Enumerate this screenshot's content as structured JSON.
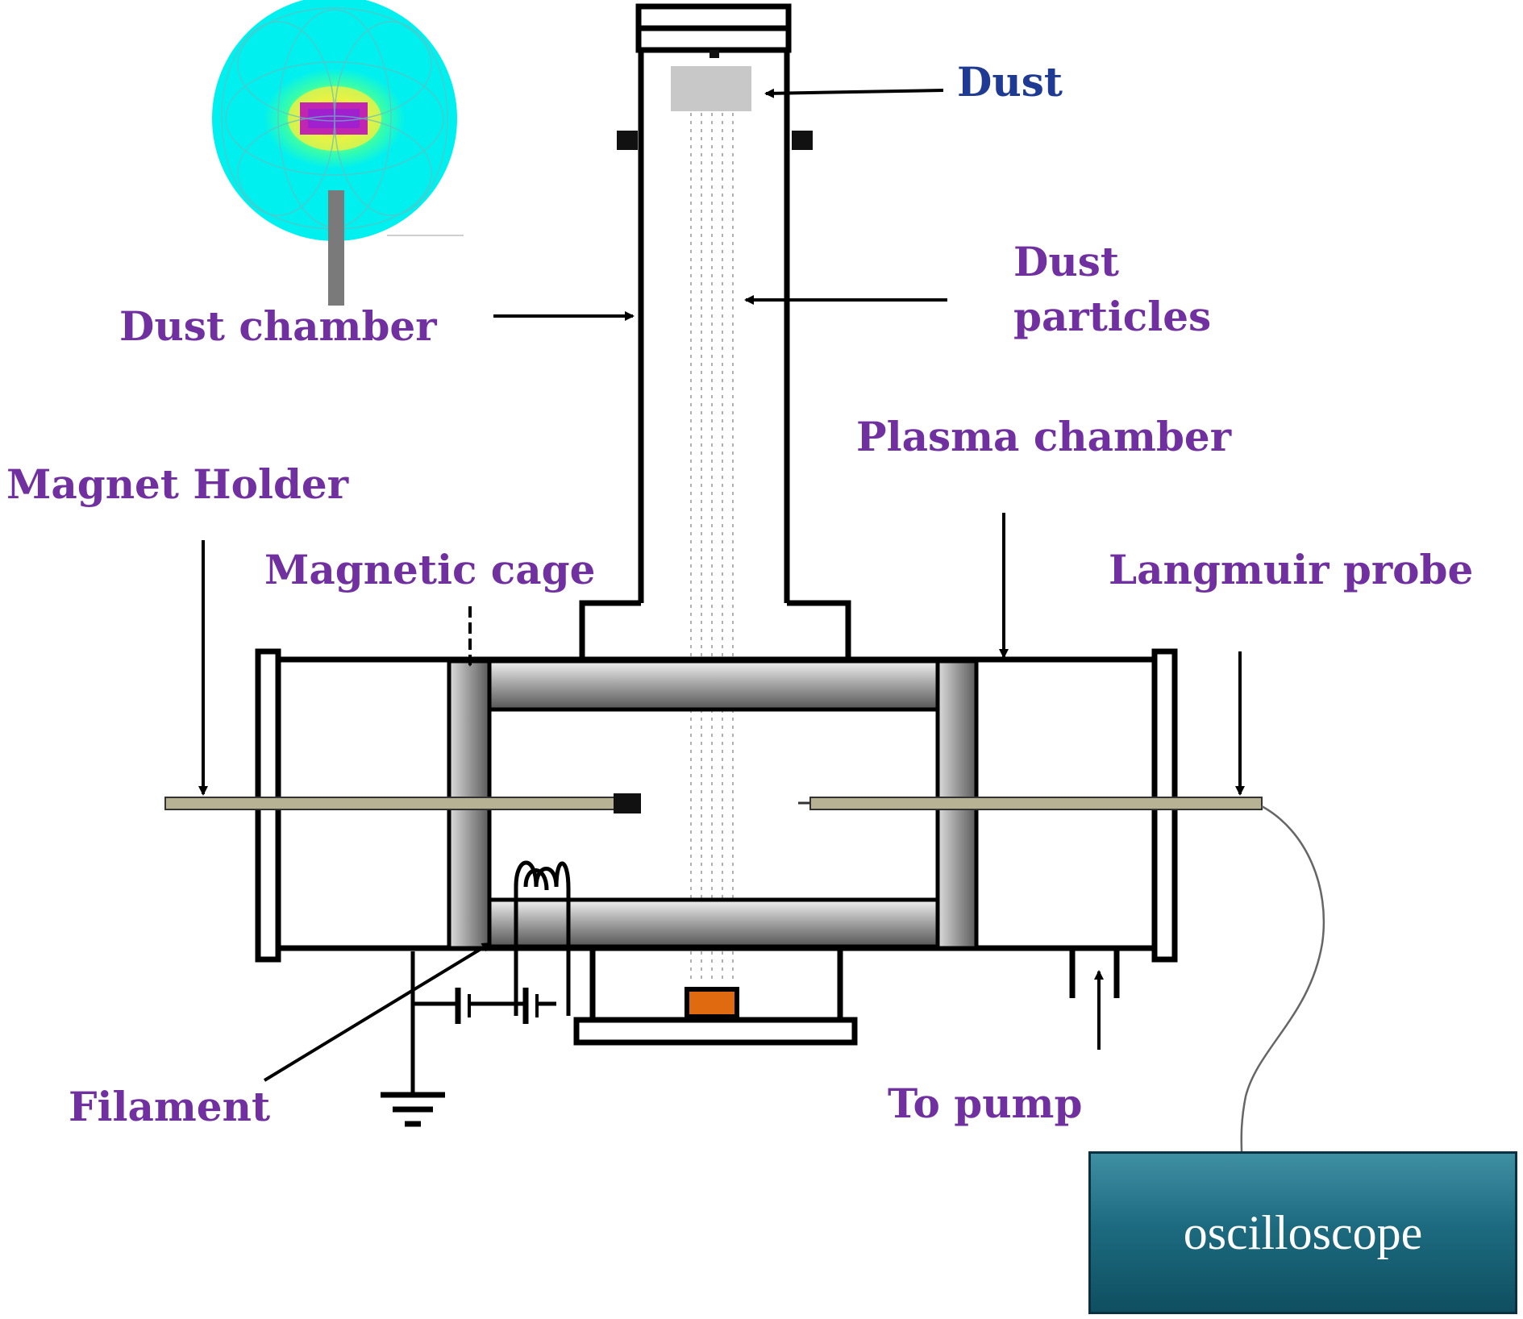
{
  "labels": {
    "dust": "Dust",
    "dust_particles_line1": "Dust",
    "dust_particles_line2": "particles",
    "dust_chamber": "Dust chamber",
    "plasma_chamber": "Plasma chamber",
    "magnet_holder": "Magnet Holder",
    "magnetic_cage": "Magnetic cage",
    "langmuir_probe": "Langmuir probe",
    "filament": "Filament",
    "to_pump": "To pump",
    "oscilloscope": "oscilloscope"
  },
  "colors": {
    "label_purple": "#7030a0",
    "label_navy": "#1f3a93",
    "field_cyan": "#00f0f0",
    "field_core": "#c026b0",
    "dust_gray": "#c8c8c8",
    "heater_orange": "#e06a10",
    "rod_tan": "#b8b295",
    "oscilloscope_teal": "#1d6b80"
  },
  "icons": [
    "ground-icon",
    "battery-icon",
    "filament-coil-icon",
    "magnetic-field-inset-icon"
  ]
}
